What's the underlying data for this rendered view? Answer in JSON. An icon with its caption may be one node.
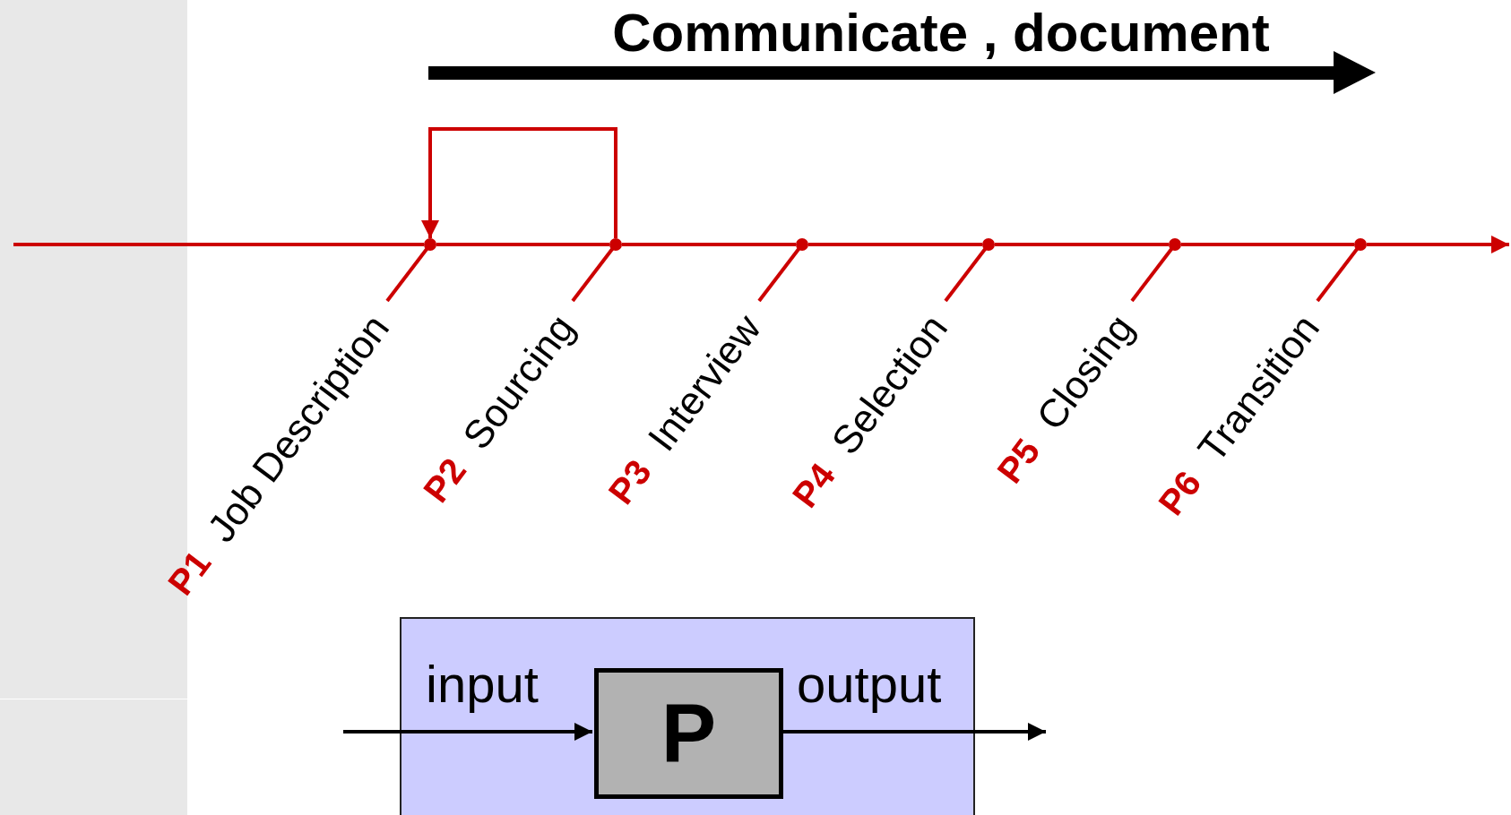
{
  "diagram": {
    "title": "Communicate , document",
    "nodes": [
      {
        "text": [],
        "shape": "circle",
        "beside": [
          "P1",
          "Job Description"
        ]
      },
      {
        "text": [],
        "shape": "circle",
        "beside": [
          "P2",
          "Sourcing"
        ]
      },
      {
        "text": [],
        "shape": "circle",
        "beside": [
          "P3",
          "Interview"
        ]
      },
      {
        "text": [],
        "shape": "circle",
        "beside": [
          "P4",
          "Selection"
        ]
      },
      {
        "text": [],
        "shape": "circle",
        "beside": [
          "P5",
          "Closing"
        ]
      },
      {
        "text": [],
        "shape": "circle",
        "beside": [
          "P6",
          "Transition"
        ]
      },
      {
        "text": [],
        "shape": "box"
      },
      {
        "text": [
          "P"
        ],
        "in": 6
      }
    ],
    "edges": [
      {
        "from": null,
        "to": 0,
        "arrow": "none"
      },
      {
        "from": 0,
        "to": 1,
        "arrow": "none"
      },
      {
        "from": 1,
        "to": 2,
        "arrow": "none"
      },
      {
        "from": 2,
        "to": 3,
        "arrow": "none"
      },
      {
        "from": 3,
        "to": 4,
        "arrow": "none"
      },
      {
        "from": 4,
        "to": 5,
        "arrow": "none"
      },
      {
        "from": 5,
        "to": null,
        "arrow": "to"
      },
      {
        "from": 1,
        "to": 0,
        "arrow": "to"
      },
      {
        "from": null,
        "to": 7,
        "arrow": "to",
        "label": "input",
        "color": "#000000"
      },
      {
        "from": 7,
        "to": null,
        "arrow": "to",
        "label": "output",
        "color": "#000000"
      }
    ]
  }
}
